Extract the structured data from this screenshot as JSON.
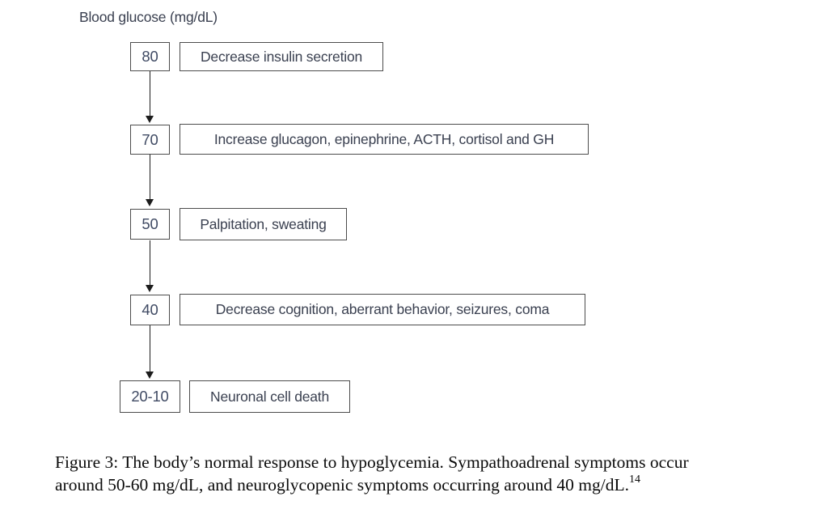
{
  "title": "Blood glucose (mg/dL)",
  "colors": {
    "box_border": "#4c4c4c",
    "box_text": "#3a4050",
    "number_text": "#3f4a63",
    "arrow": "#1c1c1c",
    "caption_text": "#0b0b0b",
    "background": "#ffffff"
  },
  "flow": {
    "rows": [
      {
        "value": "80",
        "label": "Decrease insulin secretion"
      },
      {
        "value": "70",
        "label": "Increase glucagon, epinephrine, ACTH, cortisol and GH"
      },
      {
        "value": "50",
        "label": "Palpitation, sweating"
      },
      {
        "value": "40",
        "label": "Decrease cognition, aberrant behavior, seizures, coma"
      },
      {
        "value": "20-10",
        "label": "Neuronal cell death"
      }
    ]
  },
  "caption": {
    "line1": "Figure 3: The body’s normal response to hypoglycemia. Sympathoadrenal symptoms occur",
    "line2": "around 50-60 mg/dL, and neuroglycopenic symptoms occurring around 40 mg/dL.",
    "superscript": "14"
  }
}
